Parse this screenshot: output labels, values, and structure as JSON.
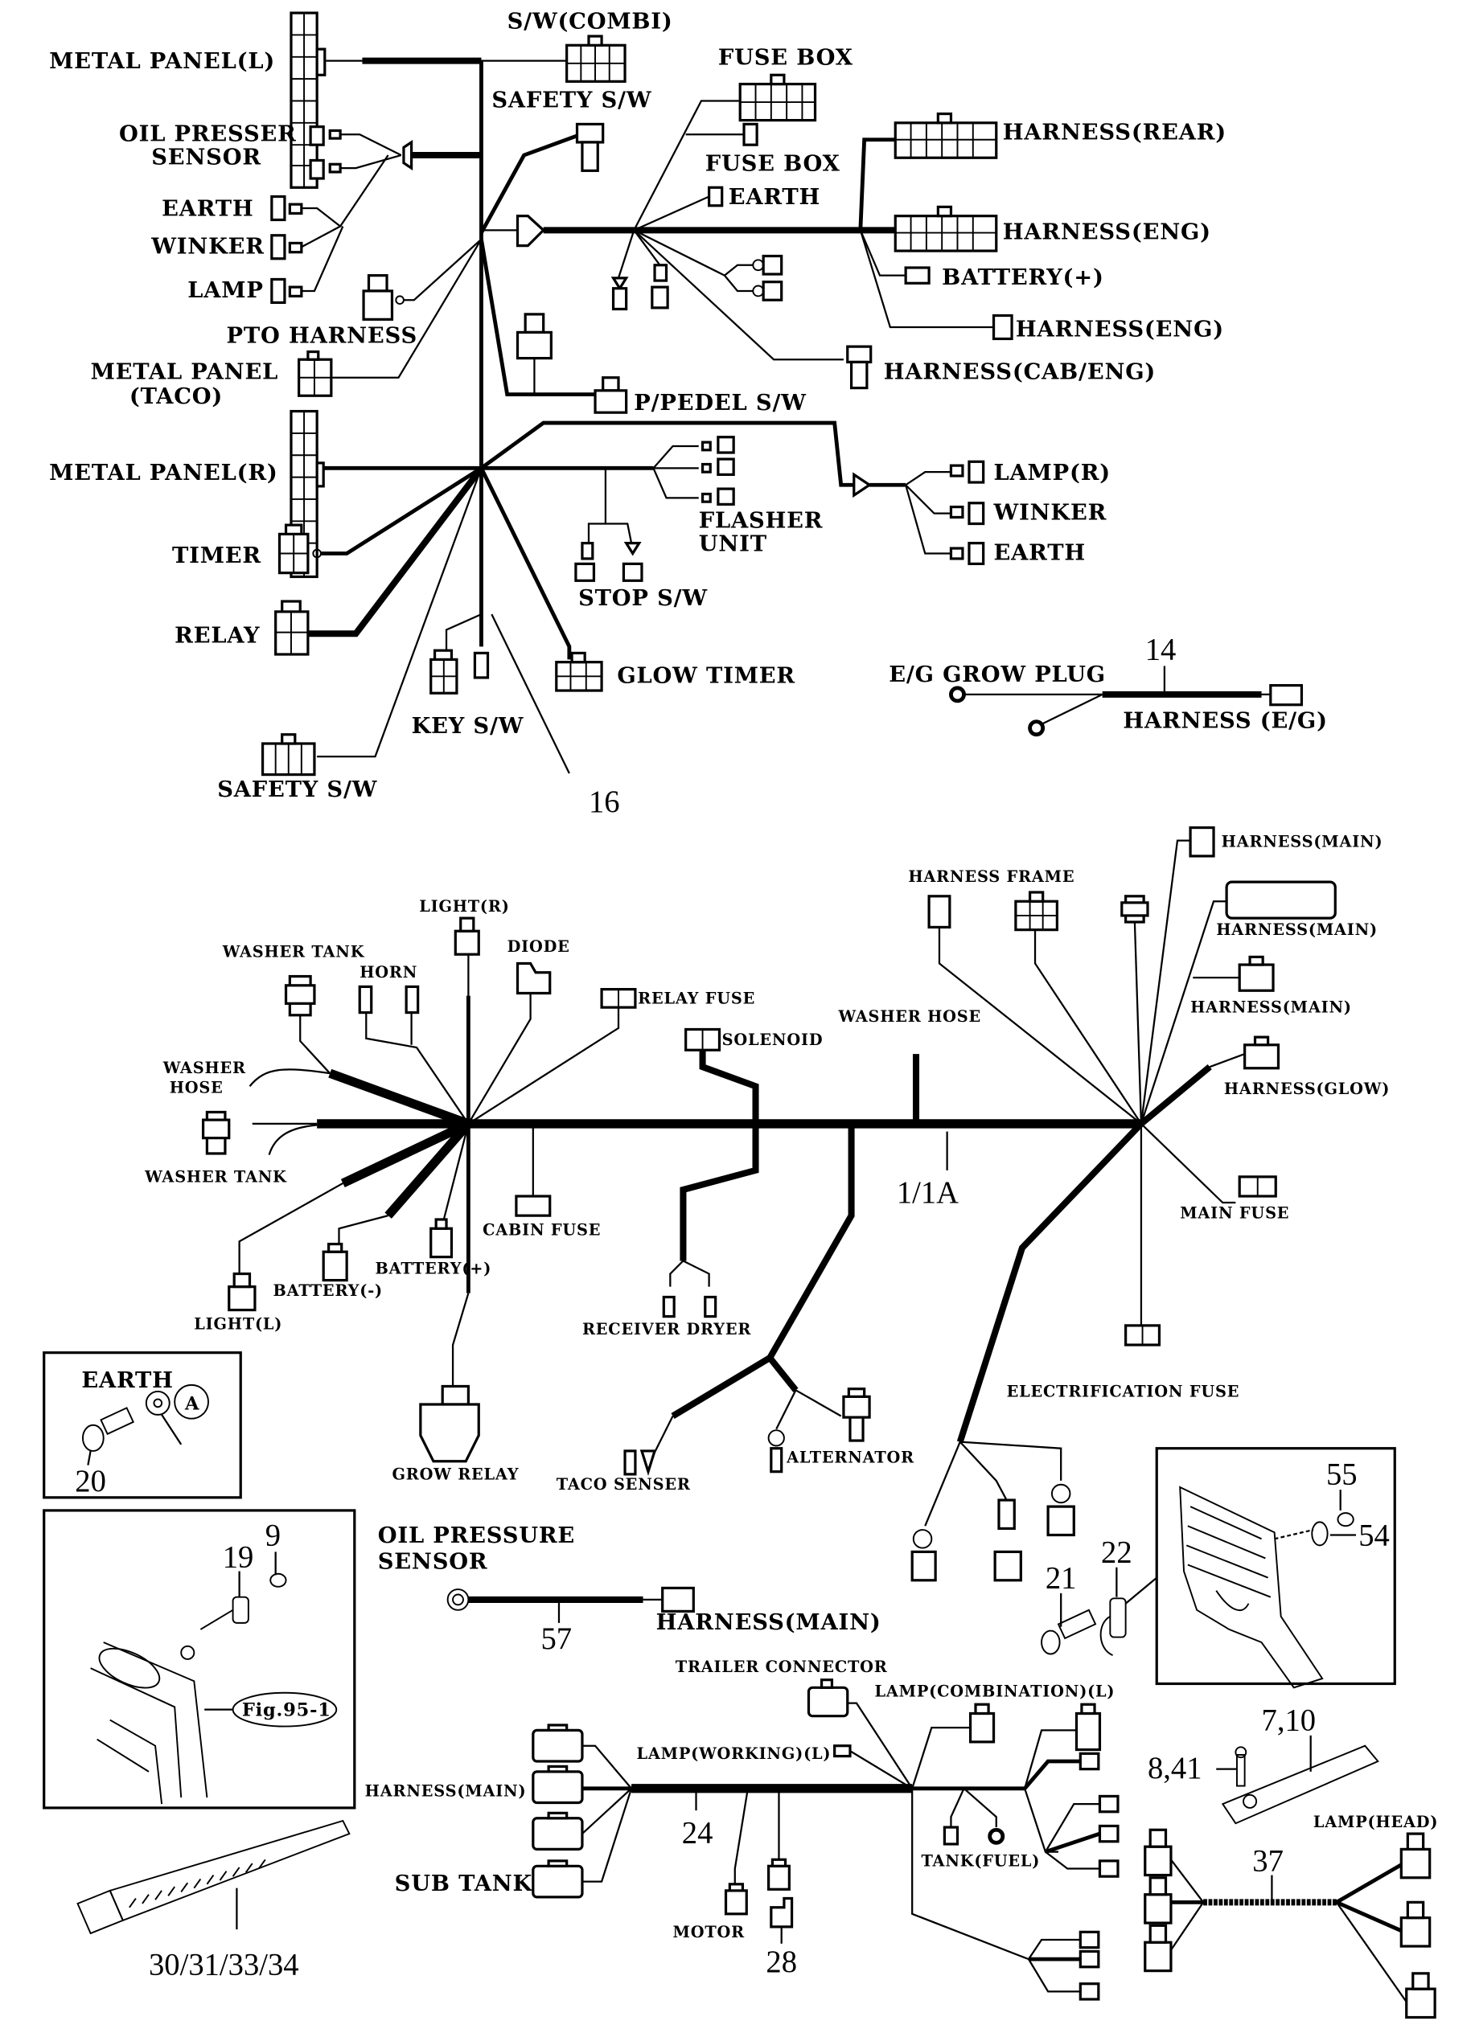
{
  "colors": {
    "ink": "#000000",
    "paper": "#ffffff"
  },
  "top_harness": {
    "labels": {
      "metal_panel_l": "METAL PANEL(L)",
      "sw_combi": "S/W(COMBI)",
      "safety_sw_top": "SAFETY S/W",
      "fuse_box_1": "FUSE BOX",
      "fuse_box_2": "FUSE BOX",
      "harness_rear": "HARNESS(REAR)",
      "oil_presser_1": "OIL PRESSER",
      "oil_presser_2": "SENSOR",
      "earth_l": "EARTH",
      "winker_l": "WINKER",
      "lamp_l": "LAMP",
      "earth_mid": "EARTH",
      "harness_eng_1": "HARNESS(ENG)",
      "battery_plus": "BATTERY(+)",
      "harness_eng_2": "HARNESS(ENG)",
      "pto_harness": "PTO HARNESS",
      "harness_cab_eng": "HARNESS(CAB/ENG)",
      "metal_panel_taco_1": "METAL PANEL",
      "metal_panel_taco_2": "(TACO)",
      "p_pedel_sw": "P/PEDEL S/W",
      "metal_panel_r": "METAL PANEL(R)",
      "lamp_r": "LAMP(R)",
      "winker_r": "WINKER",
      "earth_r": "EARTH",
      "flasher_1": "FLASHER",
      "flasher_2": "UNIT",
      "timer": "TIMER",
      "stop_sw": "STOP S/W",
      "relay": "RELAY",
      "glow_timer": "GLOW TIMER",
      "key_sw": "KEY S/W",
      "safety_sw_bottom": "SAFETY S/W",
      "part_no": "16"
    }
  },
  "glow_plug_harness": {
    "plug_label": "E/G GROW PLUG",
    "harness_label": "HARNESS (E/G)",
    "part_no": "14"
  },
  "main_harness": {
    "labels": {
      "light_r": "LIGHT(R)",
      "washer_tank_top": "WASHER TANK",
      "horn": "HORN",
      "diode": "DIODE",
      "relay_fuse": "RELAY FUSE",
      "solenoid": "SOLENOID",
      "washer_hose_left_1": "WASHER",
      "washer_hose_left_2": "HOSE",
      "washer_hose_mid": "WASHER HOSE",
      "washer_tank_bottom": "WASHER TANK",
      "cabin_fuse": "CABIN FUSE",
      "battery_plus": "BATTERY(+)",
      "battery_minus": "BATTERY(-)",
      "light_l": "LIGHT(L)",
      "receiver_dryer": "RECEIVER DRYER",
      "grow_relay": "GROW RELAY",
      "taco_senser": "TACO SENSER",
      "alternator": "ALTERNATOR",
      "harness_frame": "HARNESS FRAME",
      "harness_main_1": "HARNESS(MAIN)",
      "harness_main_2": "HARNESS(MAIN)",
      "harness_main_3": "HARNESS(MAIN)",
      "harness_glow": "HARNESS(GLOW)",
      "main_fuse": "MAIN FUSE",
      "electrification_fuse": "ELECTRIFICATION FUSE",
      "part_no": "1/1A"
    }
  },
  "inset_earth": {
    "title": "EARTH",
    "callout": "A",
    "part_no": "20"
  },
  "inset_bracket": {
    "part_19": "19",
    "part_9": "9",
    "fig_ref": "Fig.95-1"
  },
  "oil_pressure_harness": {
    "label_1": "OIL PRESSURE",
    "label_2": "SENSOR",
    "harness_label": "HARNESS(MAIN)",
    "part_no": "57"
  },
  "inset_engine": {
    "part_55": "55",
    "part_54": "54",
    "part_21": "21",
    "part_22": "22"
  },
  "rear_harness": {
    "labels": {
      "trailer_connector": "TRAILER CONNECTOR",
      "lamp_combination_l": "LAMP(COMBINATION)(L)",
      "lamp_working_l": "LAMP(WORKING)(L)",
      "harness_main": "HARNESS(MAIN)",
      "sub_tank": "SUB TANK",
      "tank_fuel": "TANK(FUEL)",
      "motor": "MOTOR",
      "part_no": "24",
      "part_28": "28"
    }
  },
  "cable_tie": {
    "part_no": "30/31/33/34"
  },
  "clamp": {
    "part_710": "7,10",
    "part_841": "8,41"
  },
  "head_lamp_harness": {
    "label": "LAMP(HEAD)",
    "part_no": "37"
  }
}
